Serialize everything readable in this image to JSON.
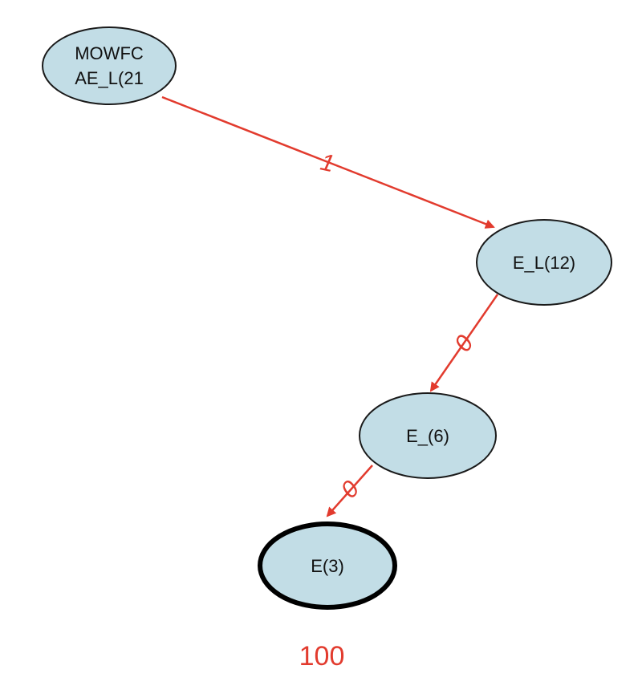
{
  "colors": {
    "node_fill": "#c2dde6",
    "node_stroke": "#1a1a1a",
    "edge": "#e23b2e",
    "result_text": "#e23b2e"
  },
  "nodes": [
    {
      "id": "root",
      "line1": "MOWFC",
      "line2": "AE_L(21"
    },
    {
      "id": "n1",
      "line1": "E_L(12)",
      "line2": ""
    },
    {
      "id": "n2",
      "line1": "E_(6)",
      "line2": ""
    },
    {
      "id": "leaf",
      "line1": "E(3)",
      "line2": ""
    }
  ],
  "edges": [
    {
      "from": "root",
      "to": "n1",
      "label": "1"
    },
    {
      "from": "n1",
      "to": "n2",
      "label": "0"
    },
    {
      "from": "n2",
      "to": "leaf",
      "label": "0"
    }
  ],
  "result": {
    "code": "100"
  }
}
